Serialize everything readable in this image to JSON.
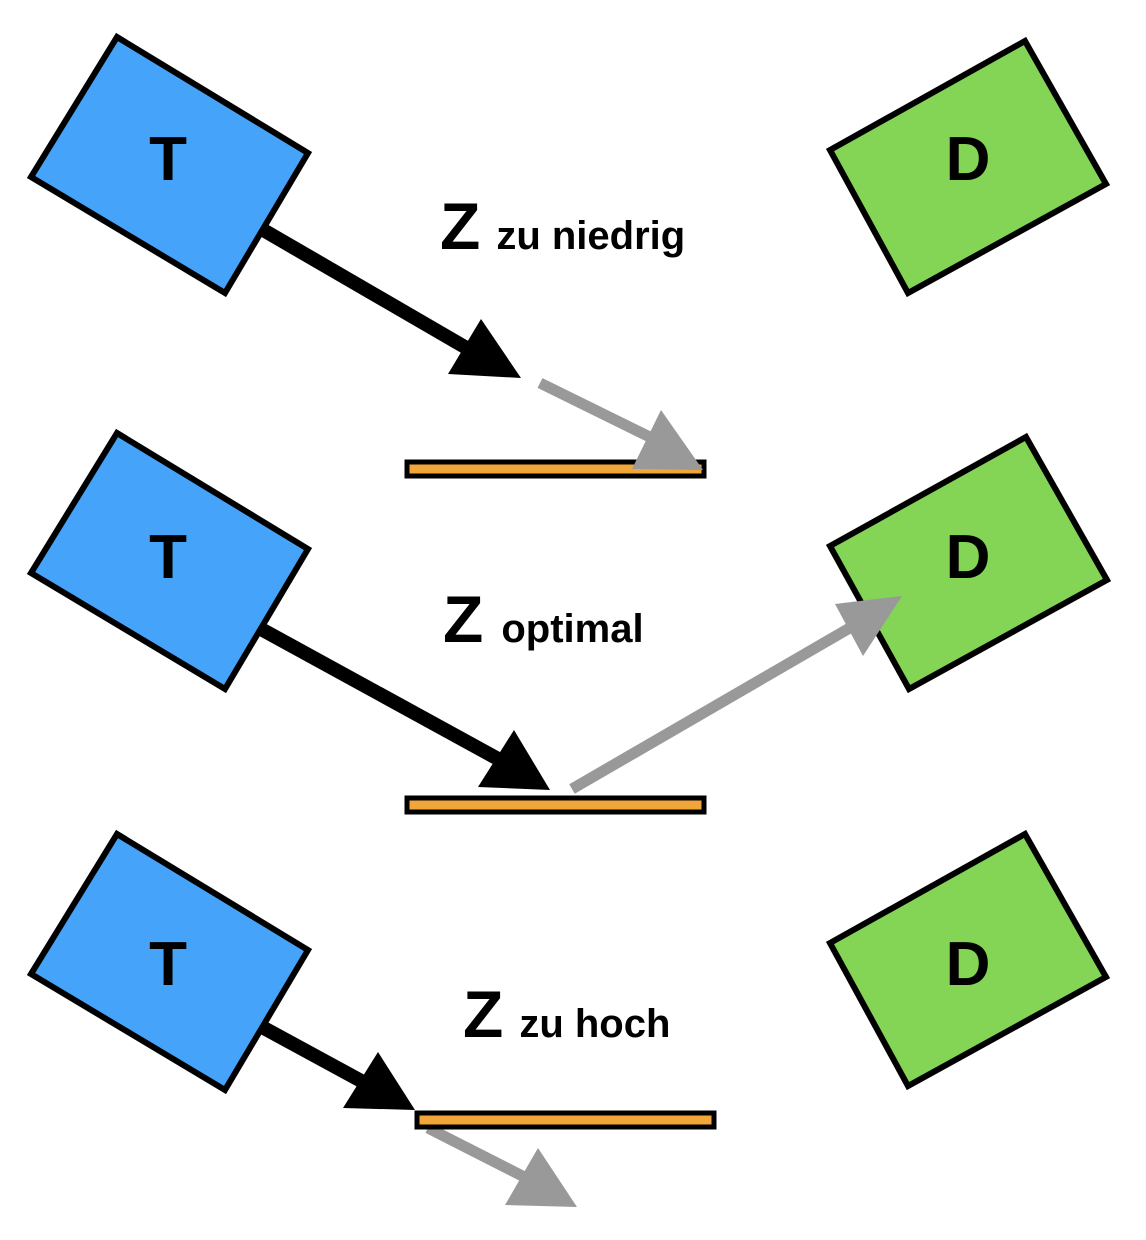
{
  "diagram": {
    "colors": {
      "t_box": "#45a3fa",
      "d_box": "#84d455",
      "surface_line": "#f2a63a",
      "incident_arrow": "#000000",
      "outgoing_arrow": "#999999"
    },
    "rows": [
      {
        "t_label": "T",
        "d_label": "D",
        "z_symbol": "Z",
        "z_caption": "zu niedrig"
      },
      {
        "t_label": "T",
        "d_label": "D",
        "z_symbol": "Z",
        "z_caption": "optimal"
      },
      {
        "t_label": "T",
        "d_label": "D",
        "z_symbol": "Z",
        "z_caption": "zu hoch"
      }
    ]
  }
}
